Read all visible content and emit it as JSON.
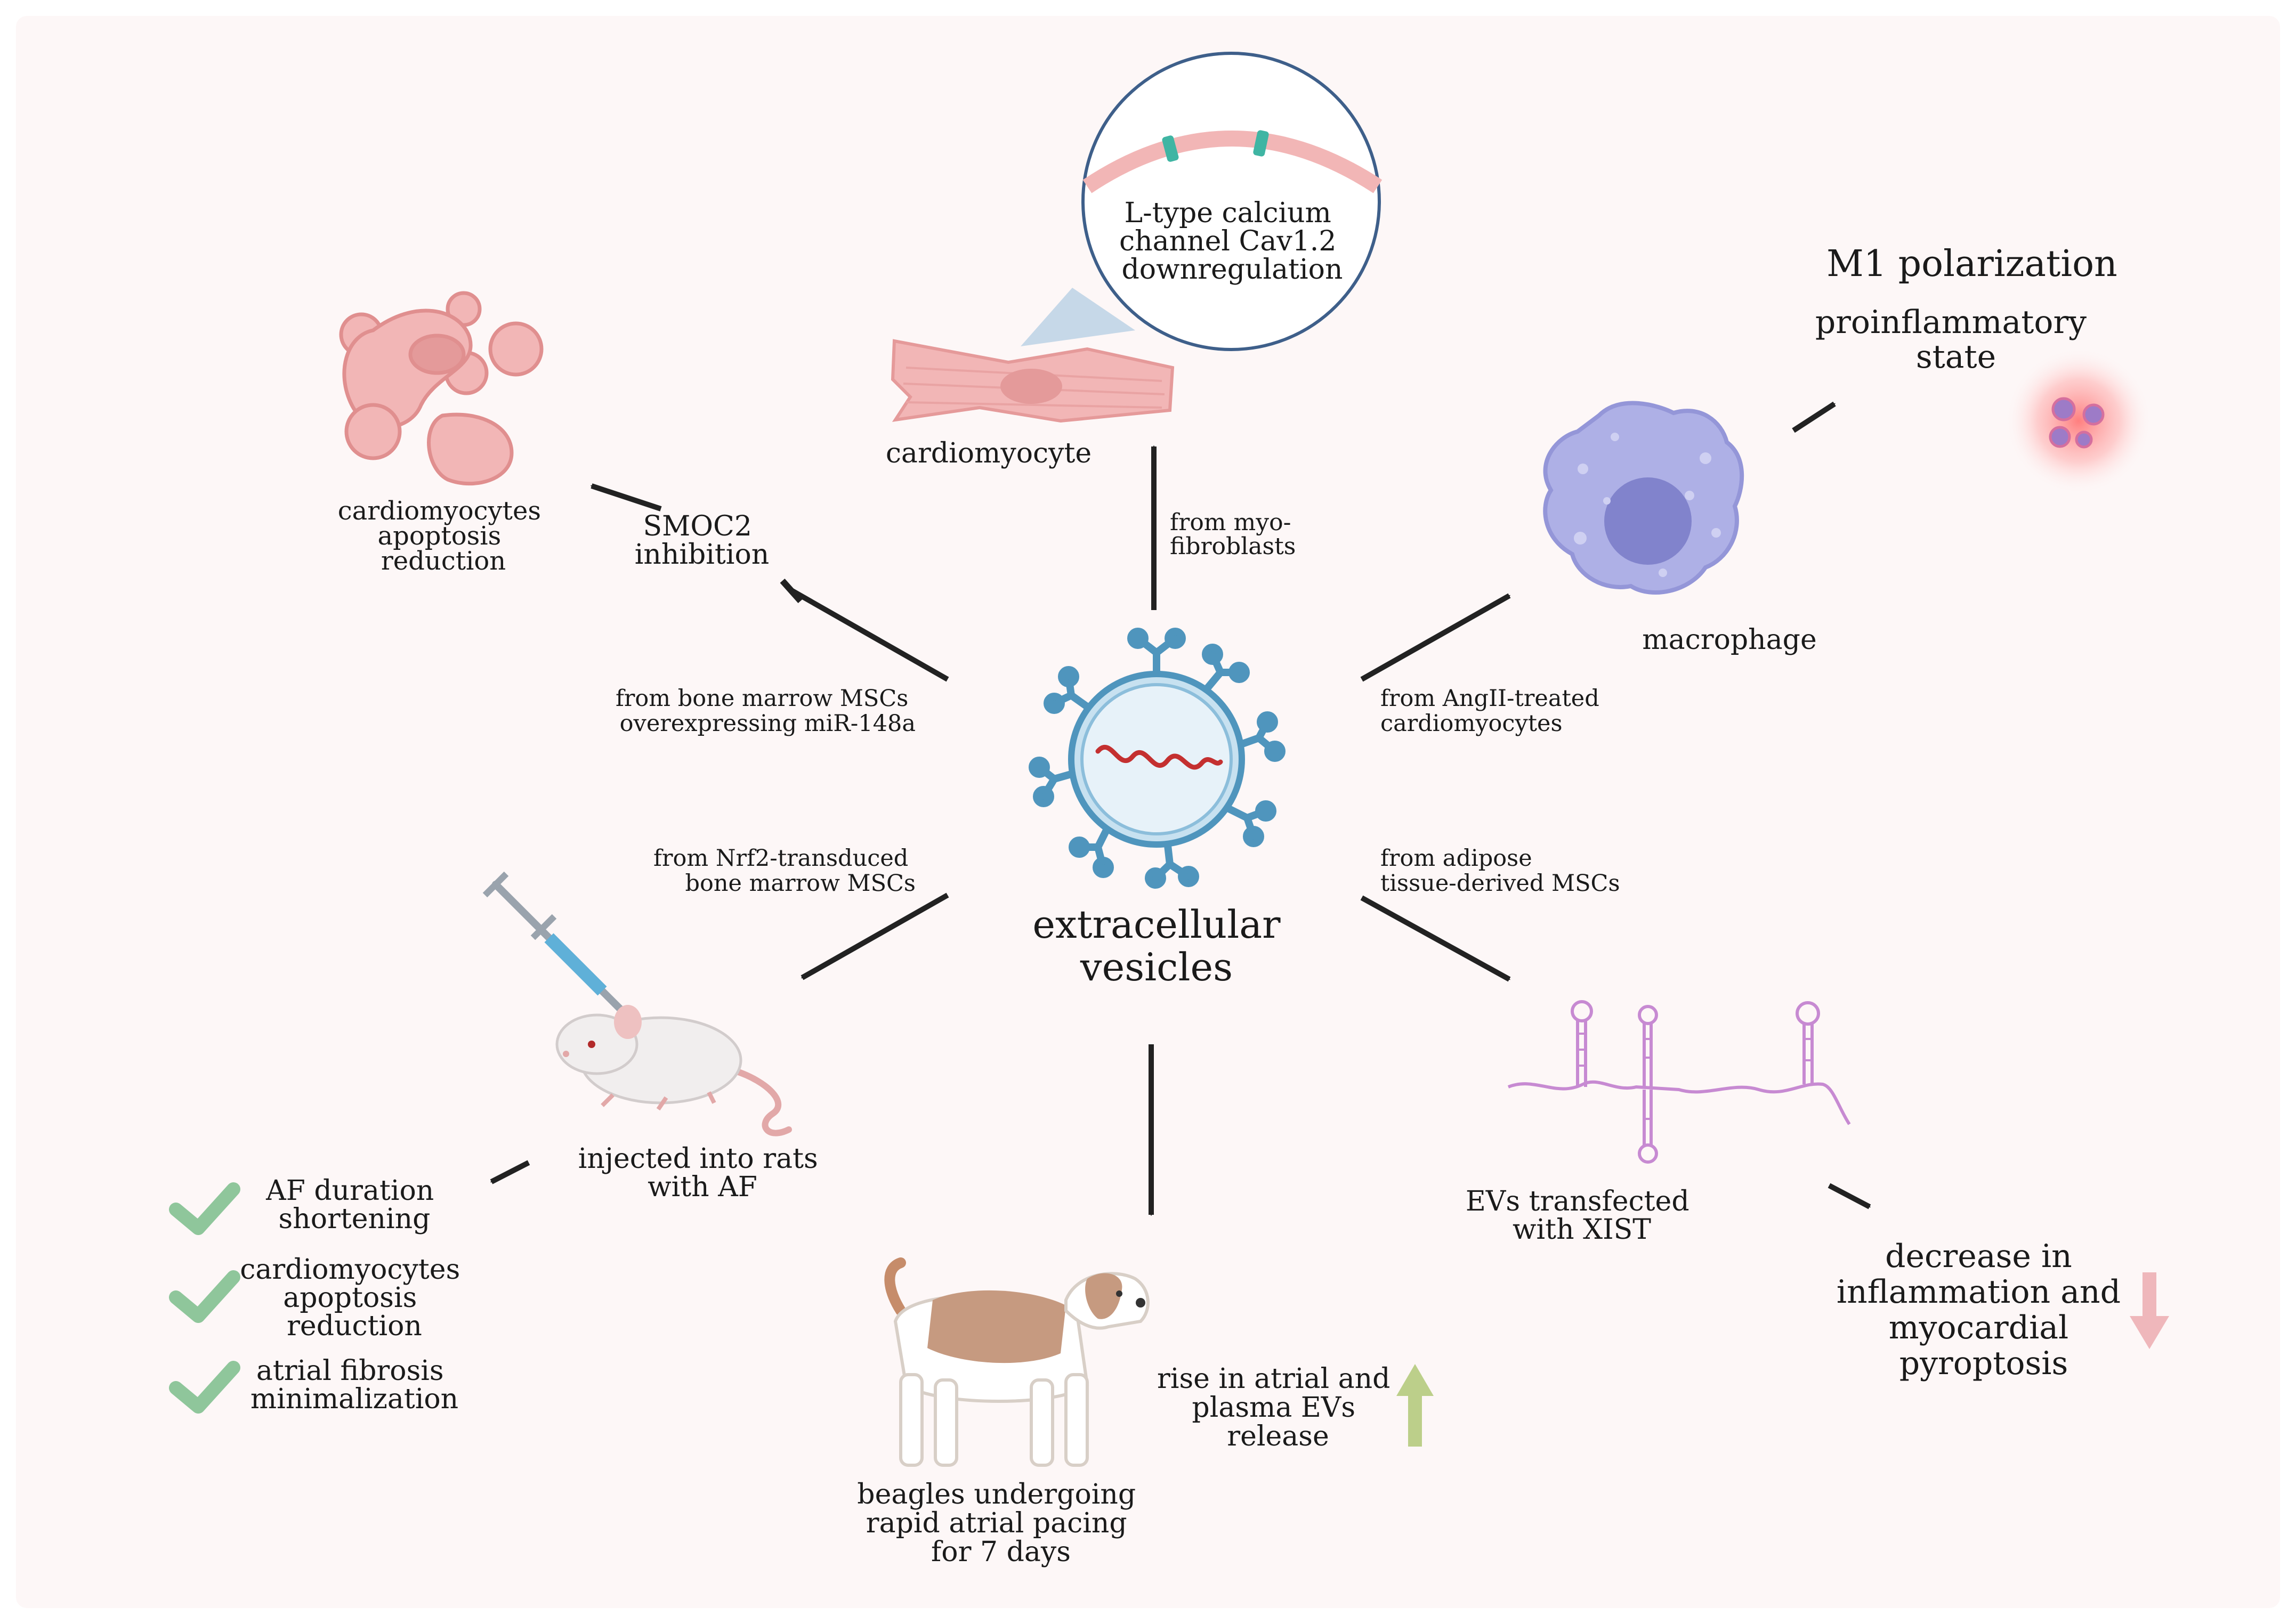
{
  "center": {
    "line1": "extracellular",
    "line2": "vesicles"
  },
  "top": {
    "source": [
      "from myo-",
      "fibroblasts"
    ],
    "cell_label": "cardiomyocyte",
    "zoom_text": [
      "L-type calcium",
      "channel Cav1.2",
      "downregulation"
    ]
  },
  "upper_left": {
    "source": [
      "from bone marrow MSCs",
      "overexpressing miR-148a"
    ],
    "mechanism": [
      "SMOC2",
      "inhibition"
    ],
    "outcome": [
      "cardiomyocytes",
      "apoptosis",
      "reduction"
    ]
  },
  "upper_right": {
    "source": [
      "from AngII-treated",
      "cardiomyocytes"
    ],
    "cell_label": "macrophage",
    "outcome_title": "M1 polarization",
    "outcome_sub": [
      "proinflammatory",
      "state"
    ]
  },
  "lower_left": {
    "source": [
      "from Nrf2-transduced",
      "bone marrow MSCs"
    ],
    "model": [
      "injected into rats",
      "with AF"
    ],
    "results": [
      [
        "AF duration",
        "shortening"
      ],
      [
        "cardiomyocytes",
        "apoptosis",
        "reduction"
      ],
      [
        "atrial fibrosis",
        "minimalization"
      ]
    ]
  },
  "bottom": {
    "model": [
      "beagles undergoing",
      "rapid atrial pacing",
      "for 7 days"
    ],
    "result": [
      "rise in atrial and",
      "plasma EVs",
      "release"
    ]
  },
  "lower_right": {
    "source": [
      "from adipose",
      "tissue-derived MSCs"
    ],
    "label": [
      "EVs transfected",
      "with XIST"
    ],
    "result": [
      "decrease in",
      "inflammation and",
      "myocardial",
      "pyroptosis"
    ]
  },
  "colors": {
    "background": "#fdf7f7",
    "vesicle_blue": "#4f95bd",
    "cell_pink": "#f2b6b6",
    "macrophage_purple": "#aeb0e6",
    "rna_purple": "#c78ad2",
    "check_green": "#8fc69b",
    "up_arrow": "#bccf8a",
    "down_arrow": "#efb7bb"
  }
}
